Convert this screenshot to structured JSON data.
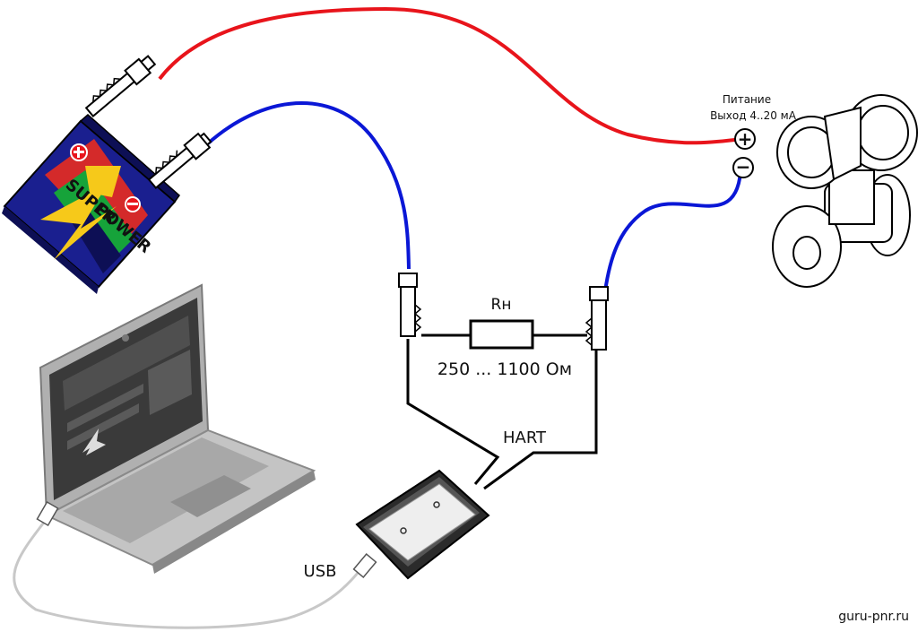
{
  "labels": {
    "power_supply": "Питание",
    "output": "Выход 4..20 мА",
    "resistor_name": "Rн",
    "resistor_range": "250 ... 1100 Ом",
    "hart": "HART",
    "usb": "USB",
    "watermark": "guru-pnr.ru",
    "battery_line1": "SUPER",
    "battery_line2": "POWER",
    "plus_symbol": "+",
    "minus_symbol": "−"
  },
  "colors": {
    "positive_wire": "#e8141b",
    "negative_wire": "#0a17d6",
    "loop_wire": "#000000",
    "usb_cable": "#c8c8c8",
    "battery_body": "#1a1f8f",
    "laptop_body": "#a7a7a7",
    "modem_body": "#2b2b2b"
  },
  "icons": [
    "battery-icon",
    "alligator-clip-icon",
    "resistor-icon",
    "transmitter-icon",
    "laptop-icon",
    "hart-modem-icon",
    "usb-plug-icon",
    "plus-terminal-icon",
    "minus-terminal-icon"
  ]
}
